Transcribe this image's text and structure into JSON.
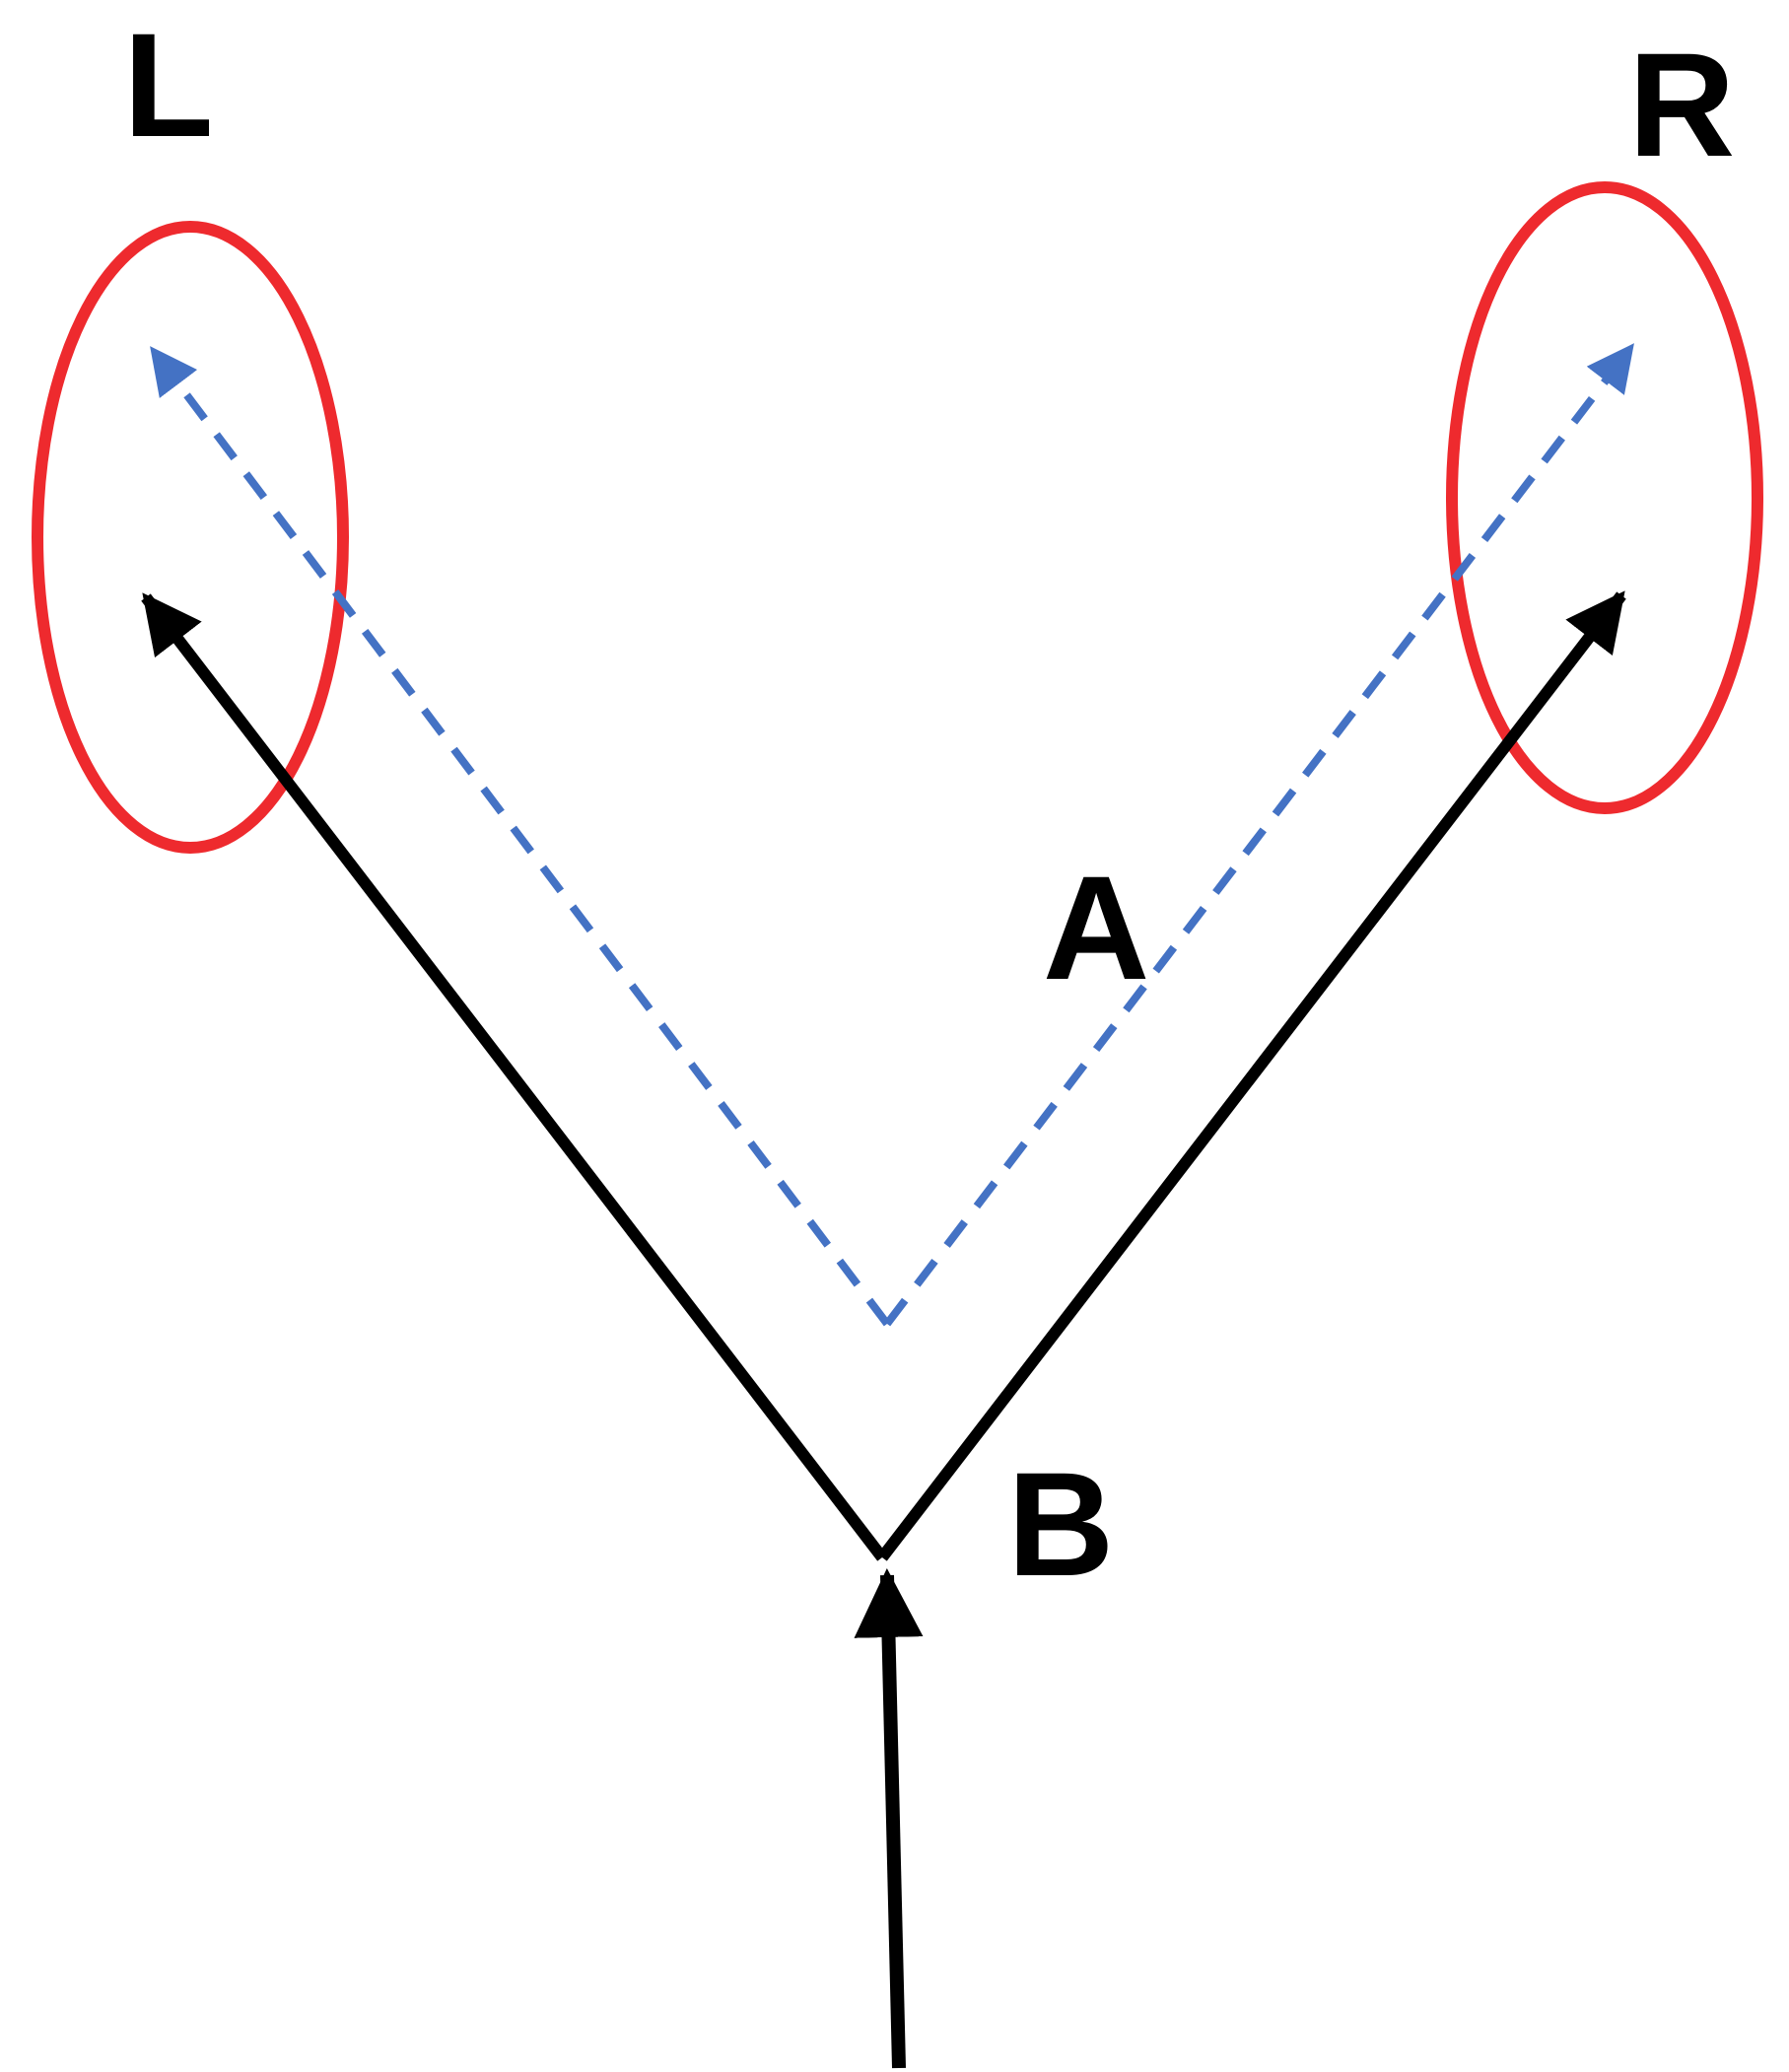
{
  "labels": {
    "left": "L",
    "right": "R",
    "junction_upper": "A",
    "junction_lower": "B"
  },
  "colors": {
    "solid_arrow": "#000000",
    "dashed_arrow": "#4472c4",
    "target_ellipse": "#ee2a2e",
    "label": "#000000",
    "background": "#ffffff"
  }
}
